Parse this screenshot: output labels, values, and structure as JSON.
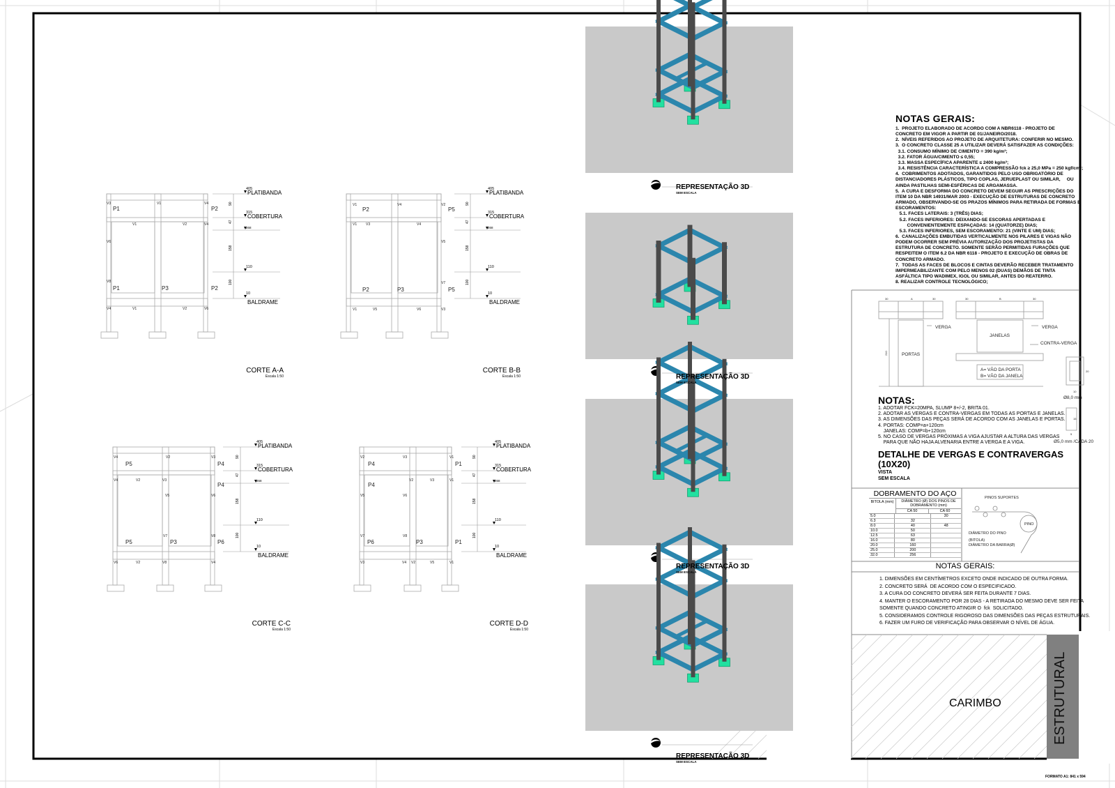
{
  "sheet": {
    "format_label": "FORMATO A1: 841 x 594",
    "discipline": "ESTRUTURAL",
    "stamp": "CARIMBO"
  },
  "levels": {
    "platibanda_value": "405",
    "platibanda": "PLATIBANDA",
    "cobertura_value": "315",
    "cobertura": "COBERTURA",
    "v268": "268",
    "v110": "110",
    "baldrame_value": "10",
    "baldrame": "BALDRAME",
    "d90": "90",
    "d47": "47",
    "d158": "158",
    "d100": "100"
  },
  "sections": [
    {
      "title": "CORTE A-A",
      "scale": "Escala 1:50",
      "labels": [
        "V3",
        "P1",
        "V1",
        "V4",
        "P2",
        "V1",
        "V2",
        "V4",
        "V6",
        "V8",
        "P1",
        "P3",
        "P2",
        "V4",
        "V1",
        "V2",
        "V6"
      ]
    },
    {
      "title": "CORTE B-B",
      "scale": "Escala 1:50",
      "labels": [
        "V1",
        "P2",
        "V4",
        "V2",
        "P5",
        "V1",
        "V3",
        "V4",
        "V5",
        "V7",
        "P2",
        "P3",
        "P5",
        "V1",
        "V5",
        "V6",
        "V3"
      ]
    },
    {
      "title": "CORTE C-C",
      "scale": "Escala 1:50",
      "labels": [
        "V4",
        "P5",
        "V2",
        "V3",
        "P4",
        "V4",
        "V2",
        "V3",
        "P4",
        "V5",
        "V6",
        "V7",
        "P5",
        "P3",
        "V8",
        "P6",
        "V6",
        "V2",
        "V8",
        "V4"
      ]
    },
    {
      "title": "CORTE D-D",
      "scale": "Escala 1:50",
      "labels": [
        "V2",
        "P4",
        "V3",
        "V1",
        "P1",
        "P4",
        "V2",
        "V3",
        "V1",
        "V5",
        "V6",
        "V7",
        "P6",
        "V8",
        "P3",
        "P1",
        "V3",
        "V4",
        "V2",
        "V5",
        "V1"
      ]
    }
  ],
  "renders": [
    {
      "title": "REPRESENTAÇÃO 3D",
      "subtitle": "SEM ESCALA"
    },
    {
      "title": "REPRESENTAÇÃO 3D",
      "subtitle": "SEM ESCALA"
    },
    {
      "title": "REPRESENTAÇÃO 3D",
      "subtitle": "SEM ESCALA"
    },
    {
      "title": "REPRESENTAÇÃO 3D",
      "subtitle": "SEM ESCALA"
    }
  ],
  "colors": {
    "beam": "#2b86ad",
    "column": "#4a4a4a",
    "footing": "#22e0a0",
    "render_bg": "#c9c9c9",
    "stamp_box": "#808080"
  },
  "notas_gerais": {
    "title": "NOTAS GERAIS:",
    "lines": [
      "1.  PROJETO ELABORADO DE ACORDO COM A NBR6118 - PROJETO DE",
      "CONCRETO EM VIGOR A PARTIR DE 01/JANEIRO/2018.",
      "2.  NÍVEIS REFERIDOS AO PROJETO DE ARQUITETURA: CONFERIR NO MESMO.",
      "3.  O CONCRETO CLASSE 25 A UTILIZAR DEVERÁ SATISFAZER AS CONDIÇÕES:",
      "  3.1. CONSUMO MÍNIMO DE CIMENTO = 390 kg/m³;",
      "  3.2. FATOR ÁGUA/CIMENTO ≤ 0,55;",
      "  3.3. MASSA ESPECÍFICA APARENTE ≤ 2400 kg/m³;",
      "  3.4. RESISTÊNCIA CARACTERÍSTICA A COMPRESSÃO fck ≥ 25,0 MPa = 250 kgf/cm²;",
      "4.  COBRIMENTOS ADOTADOS, GARANTIDOS PELO USO OBRIGATÓRIO DE",
      "DISTANCIADORES PLÁSTICOS, TIPO COPLAS, JERUEPLAST OU SIMILAR,     OU",
      "AINDA PASTILHAS SEMI-ESFÉRICAS DE ARGAMASSA.",
      "5.  A CURA E DESFORMA DO CONCRETO DEVEM SEGUIR AS PRESCRIÇÕES DO",
      "ITEM 10 DA NBR 14931/MAR 2003 - EXECUÇÃO DE ESTRUTURAS DE CONCRETO",
      "ARMADO, OBSERVANDO-SE OS PRAZOS MÍNIMOS PARA RETIRADA DE FORMAS E",
      "ESCORAMENTOS:",
      "   5.1. FACES LATERAIS: 3 (TRÊS) DIAS;",
      "   5.2. FACES INFERIORES: DEIXANDO-SE ESCORAS APERTADAS E",
      "         CONVENIENTEMENTE ESPAÇADAS: 14 (QUATORZE) DIAS;",
      "   5.3. FACES INFERIORES, SEM ESCORAMENTO: 21 (VINTE E UM) DIAS;",
      "6.  CANALIZAÇÕES EMBUTIDAS VERTICALMENTE NOS PILARES E VIGAS NÃO",
      "PODEM OCORRER SEM PRÉVIA AUTORIZAÇÃO DOS PROJETISTAS DA",
      "ESTRUTURA DE CONCRETO. SOMENTE SERÃO PERMITIDAS FURAÇÕES QUE",
      "RESPEITEM O ITEM 6.2 DA NBR 6118 - PROJETO E EXECUÇÃO DE OBRAS DE",
      "CONCRETO ARMADO.",
      "7.  TODAS AS FACES DE BLOCOS E CINTAS DEVERÃO RECEBER TRATAMENTO",
      "IMPERMEABILIZANTE COM PELO MENOS 02 (DUAS) DEMÃOS DE TINTA",
      "ASFÁLTICA TIPO WADIMEX, IGOL OU SIMILAR, ANTES DO REATERRO.",
      "8. REALIZAR CONTROLE TECNOLÓGICO;"
    ]
  },
  "vergas_detail": {
    "dims_door": [
      "30",
      "A",
      "30"
    ],
    "dims_window": [
      "30",
      "B",
      "30"
    ],
    "door_height": "210",
    "verga": "VERGA",
    "portas": "PORTAS",
    "janelas": "JANELAS",
    "contra_verga": "CONTRA-VERGA",
    "legend_a": "A= VÃO DA PORTA",
    "legend_b": "B= VÃO DA JANELA",
    "section_dim_1": "20",
    "section_dim_2": "10",
    "bar_1": "Ø8,0 mm",
    "bar_2": "Ø5,0 mm /CADA 20",
    "stirrup_dim_1": "15",
    "stirrup_dim_2": "5"
  },
  "notas": {
    "title": "NOTAS:",
    "lines": [
      "1. ADOTAR FCK=20MPA, SLUMP 8+/-2, BRITA 01.",
      "2. ADOTAR AS VERGAS E CONTRA-VERGAS EM TODAS AS PORTAS E JANELAS.",
      "3. AS DIMENSÕES DAS PEÇAS SERÁ DE ACORDO COM AS JANELAS E PORTAS.",
      "4. PORTAS: COMP=a+120cm",
      "    JANELAS: COMP=b+120cm",
      "5. NO CASO DE VERGAS PRÓXIMAS A VIGA AJUSTAR A ALTURA DAS VERGAS",
      "    PARA QUE NÃO HAJA ALVENARIA ENTRE A VERGA E A VIGA."
    ],
    "detail_title": "DETALHE DE VERGAS E CONTRAVERGAS (10X20)",
    "detail_view": "VISTA",
    "detail_scale": "SEM ESCALA"
  },
  "dobramento": {
    "title": "DOBRAMENTO DO AÇO",
    "col_bitola": "BITOLA (mm)",
    "col_diam": "DIÂMETRO (Ø) DOS PINOS DE DOBRAMENTO (mm)",
    "col_ca50": "CA 50",
    "col_ca60": "CA 60",
    "rows": [
      [
        "5.0",
        "",
        "30"
      ],
      [
        "6.3",
        "32",
        ""
      ],
      [
        "8.0",
        "40",
        "48"
      ],
      [
        "10.0",
        "50",
        ""
      ],
      [
        "12.5",
        "63",
        ""
      ],
      [
        "16.0",
        "80",
        ""
      ],
      [
        "20.0",
        "160",
        ""
      ],
      [
        "25.0",
        "200",
        ""
      ],
      [
        "32.0",
        "256",
        ""
      ]
    ],
    "diagram": {
      "pinos_suportes": "PINOS SUPORTES",
      "pino": "PINO",
      "diametro_pino": "DIÂMETRO DO PINO",
      "bitola": "(BITOLA)",
      "diametro_barra": "DIÂMETRO DA BARRA(Ø)"
    }
  },
  "notas_gerais_2": {
    "title": "NOTAS GERAIS:",
    "lines": [
      "1. DIMENSÕES EM CENTÍMETROS EXCETO ONDE INDICADO DE OUTRA FORMA.",
      "2. CONCRETO SERÁ  DE ACORDO COM O ESPECIFICADO.",
      "3. A CURA DO CONCRETO DEVERÁ SER FEITA DURANTE 7 DIAS.",
      "4. MANTER O ESCORAMENTO POR 28 DIAS - A RETIRADA DO MESMO DEVE SER FEITA",
      "SOMENTE QUANDO CONCRETO ATINGIR O  fck  SOLICITADO.",
      "5. CONSIDERAMOS CONTROLE RIGOROSO DAS DIMENSÕES DAS PEÇAS ESTRUTURAIS.",
      "6. FAZER UM FURO DE VERIFICAÇÃO PARA OBSERVAR O NÍVEL DE ÁGUA."
    ]
  }
}
